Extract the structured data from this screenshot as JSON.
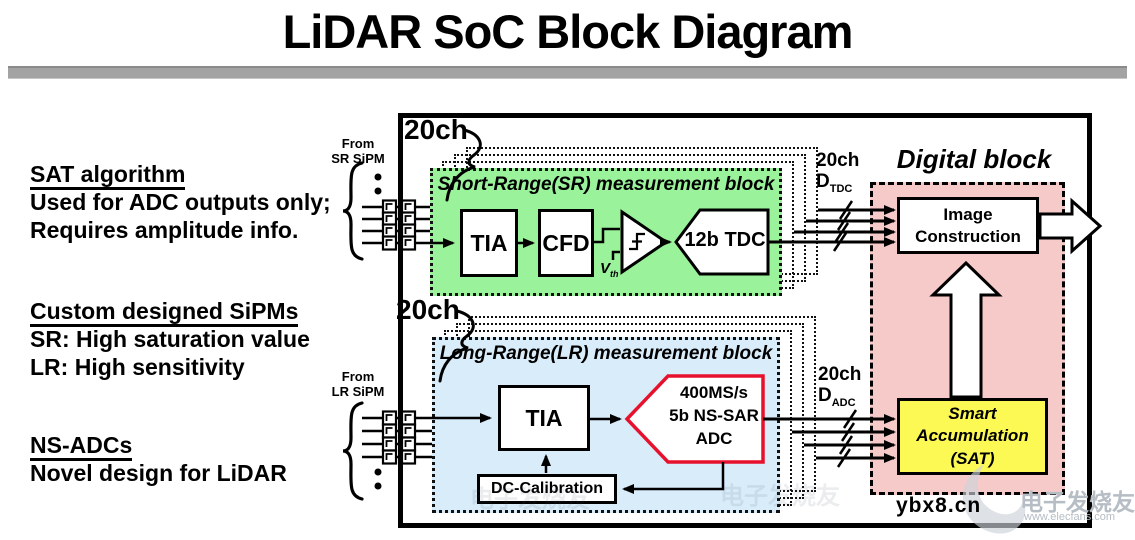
{
  "title": "LiDAR SoC Block Diagram",
  "annotations": {
    "sat": {
      "heading": "SAT algorithm",
      "line1": "Used for ADC outputs only;",
      "line2": "Requires amplitude info."
    },
    "sipms": {
      "heading": "Custom designed SiPMs",
      "line1": "SR: High saturation value",
      "line2": "LR: High sensitivity"
    },
    "nsadc": {
      "heading": "NS-ADCs",
      "line1": "Novel design for LiDAR"
    }
  },
  "chip": {
    "sr_stack_channels": "20ch",
    "lr_stack_channels": "20ch",
    "sr": {
      "title": "Short-Range(SR) measurement block",
      "from_label": "From\nSR SiPM",
      "tia": "TIA",
      "cfd": "CFD",
      "vth_base": "V",
      "vth_sub": "th",
      "tdc": "12b TDC"
    },
    "lr": {
      "title": "Long-Range(LR) measurement block",
      "from_label": "From\nLR SiPM",
      "tia": "TIA",
      "adc": "400MS/s\n5b NS-SAR\nADC",
      "dc_cal": "DC-Calibration"
    },
    "buses": {
      "tdc": {
        "channels": "20ch",
        "base": "D",
        "sub": "TDC"
      },
      "adc": {
        "channels": "20ch",
        "base": "D",
        "sub": "ADC"
      }
    },
    "digital": {
      "title": "Digital block",
      "image_construction": "Image\nConstruction",
      "smart_accumulation": "Smart\nAccumulation\n(SAT)"
    }
  },
  "watermark": {
    "site": "ybx8.cn",
    "brand": "电子发烧友",
    "url": "www.elecfans.com"
  },
  "colors": {
    "sr_block": "#9af29a",
    "lr_block": "#d8ecfa",
    "digital_block": "#f7caca",
    "sat_box": "#fcf854",
    "adc_outline": "#e8112d",
    "divider": "#a3a3a3"
  }
}
